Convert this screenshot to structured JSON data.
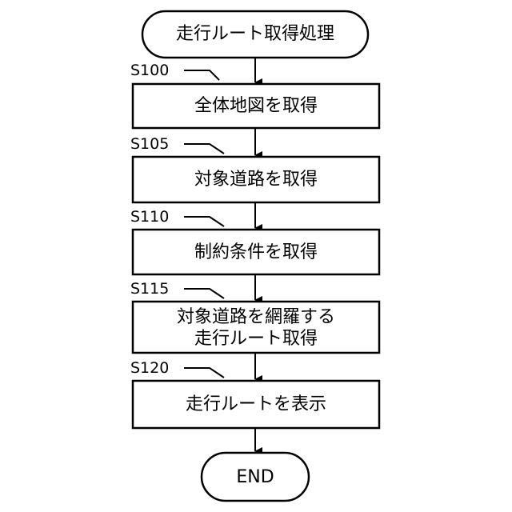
{
  "flowchart": {
    "start": {
      "text": "走行ルート取得処理"
    },
    "steps": [
      {
        "id": "S100",
        "lines": [
          "全体地図を取得"
        ]
      },
      {
        "id": "S105",
        "lines": [
          "対象道路を取得"
        ]
      },
      {
        "id": "S110",
        "lines": [
          "制約条件を取得"
        ]
      },
      {
        "id": "S115",
        "lines": [
          "対象道路を網羅する",
          "走行ルート取得"
        ]
      },
      {
        "id": "S120",
        "lines": [
          "走行ルートを表示"
        ]
      }
    ],
    "end": {
      "text": "END"
    }
  }
}
